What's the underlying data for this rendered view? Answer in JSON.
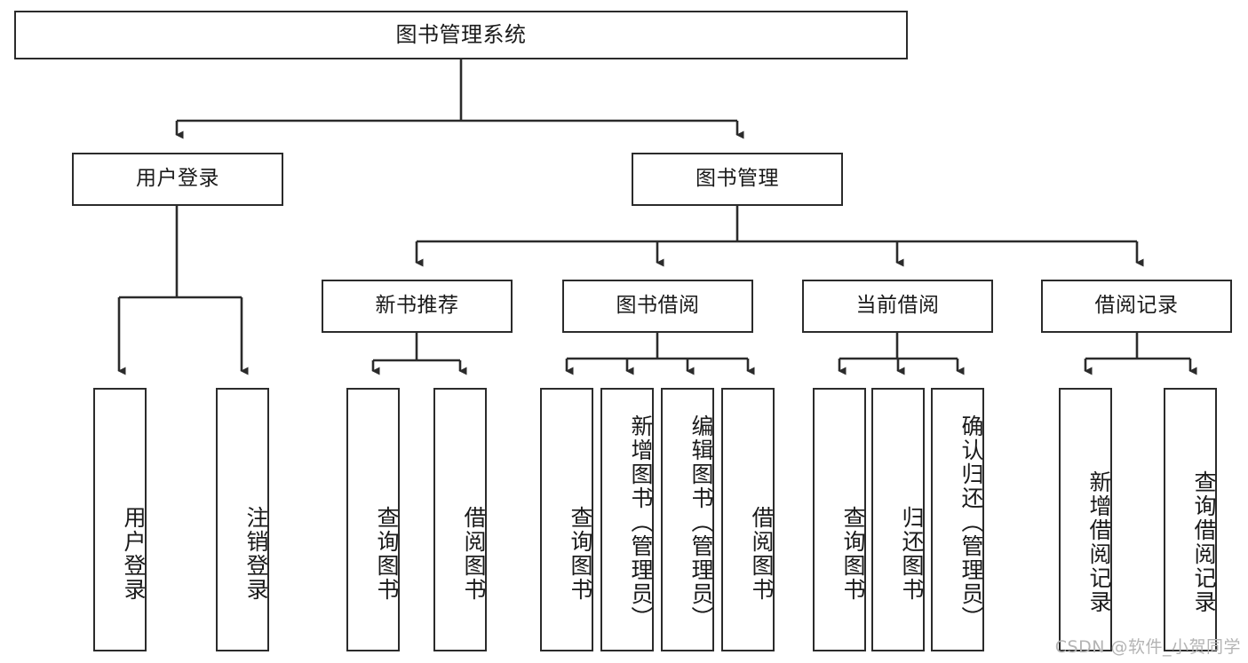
{
  "diagram": {
    "title": "图书管理系统",
    "watermark": "CSDN @软件_小贺同学",
    "line_color": "#2b2b2b",
    "box_fill": "#ffffff",
    "text_color": "#1a1a1a",
    "levels": {
      "root": "图书管理系统",
      "level2": [
        "用户登录",
        "图书管理"
      ],
      "level3": [
        "新书推荐",
        "图书借阅",
        "当前借阅",
        "借阅记录"
      ]
    },
    "nodes": {
      "root": "图书管理系统",
      "user_login": "用户登录",
      "book_manage": "图书管理",
      "new_book_rec": "新书推荐",
      "book_borrow": "图书借阅",
      "current_borrow": "当前借阅",
      "borrow_record": "借阅记录",
      "leaf_user_login": "用户登录",
      "leaf_user_logout": "注销登录",
      "leaf_rec_query_book": "查询图书",
      "leaf_rec_borrow_book": "借阅图书",
      "leaf_borrow_query_book": "查询图书",
      "leaf_borrow_add_book": "新增图书（管理员）",
      "leaf_borrow_edit_book": "编辑图书（管理员）",
      "leaf_borrow_borrow_book": "借阅图书",
      "leaf_cur_query_book": "查询图书",
      "leaf_cur_return_book": "归还图书",
      "leaf_cur_confirm_return": "确认归还（管理员）",
      "leaf_rec_add_record": "新增借阅记录",
      "leaf_rec_query_record": "查询借阅记录"
    }
  },
  "chart_data": {
    "type": "tree-diagram",
    "title": "图书管理系统",
    "orientation": "top-down",
    "tree": {
      "label": "图书管理系统",
      "children": [
        {
          "label": "用户登录",
          "children": [
            {
              "label": "用户登录",
              "children": []
            },
            {
              "label": "注销登录",
              "children": []
            }
          ]
        },
        {
          "label": "图书管理",
          "children": [
            {
              "label": "新书推荐",
              "children": [
                {
                  "label": "查询图书",
                  "children": []
                },
                {
                  "label": "借阅图书",
                  "children": []
                }
              ]
            },
            {
              "label": "图书借阅",
              "children": [
                {
                  "label": "查询图书",
                  "children": []
                },
                {
                  "label": "新增图书（管理员）",
                  "children": []
                },
                {
                  "label": "编辑图书（管理员）",
                  "children": []
                },
                {
                  "label": "借阅图书",
                  "children": []
                }
              ]
            },
            {
              "label": "当前借阅",
              "children": [
                {
                  "label": "查询图书",
                  "children": []
                },
                {
                  "label": "归还图书",
                  "children": []
                },
                {
                  "label": "确认归还（管理员）",
                  "children": []
                }
              ]
            },
            {
              "label": "借阅记录",
              "children": [
                {
                  "label": "新增借阅记录",
                  "children": []
                },
                {
                  "label": "查询借阅记录",
                  "children": []
                }
              ]
            }
          ]
        }
      ]
    }
  }
}
